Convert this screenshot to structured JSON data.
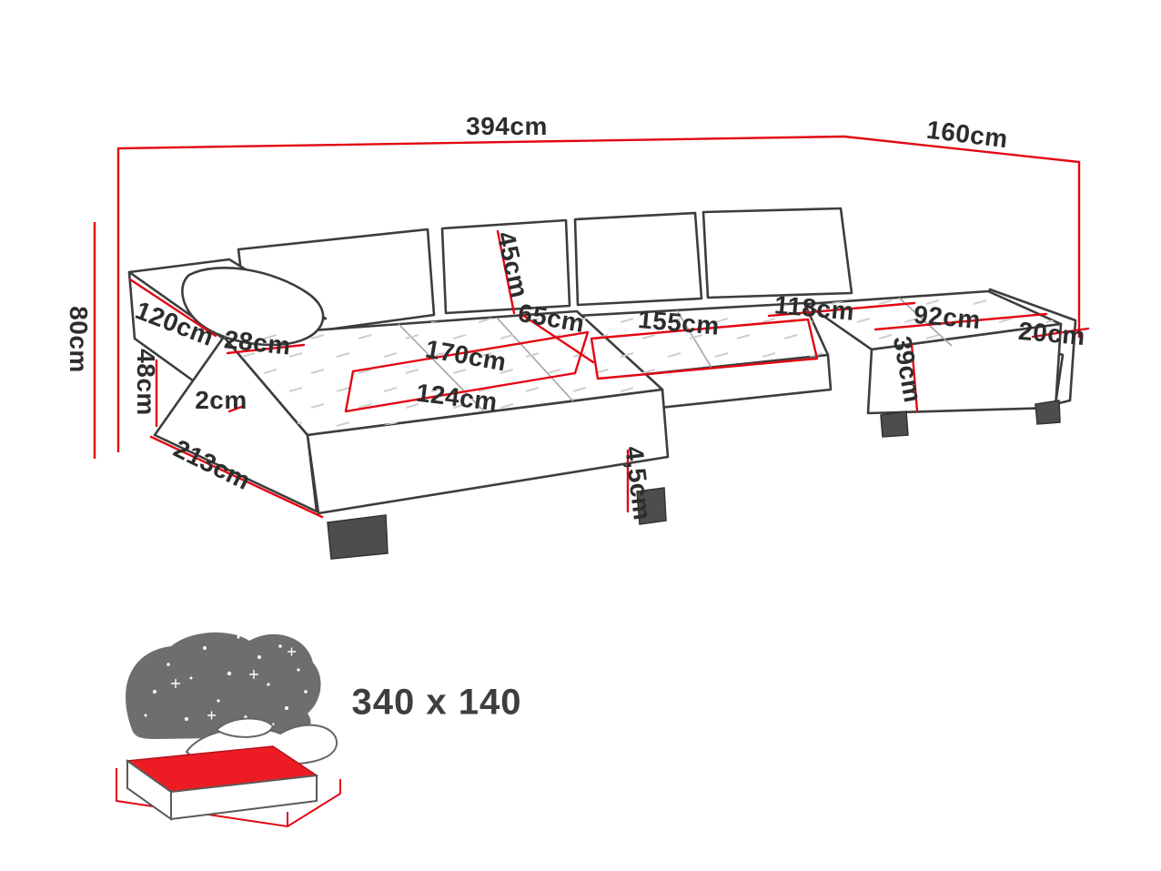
{
  "labels": [
    {
      "id": "total-width",
      "text": "394cm"
    },
    {
      "id": "total-depth",
      "text": "160cm"
    },
    {
      "id": "total-height",
      "text": "80cm"
    },
    {
      "id": "arm-side-depth",
      "text": "120cm"
    },
    {
      "id": "arm-top-width",
      "text": "28cm"
    },
    {
      "id": "seat-height",
      "text": "48cm"
    },
    {
      "id": "small-gap",
      "text": "2cm"
    },
    {
      "id": "left-chaise-length",
      "text": "213cm"
    },
    {
      "id": "backrest-height",
      "text": "45cm"
    },
    {
      "id": "seat-depth",
      "text": "65cm"
    },
    {
      "id": "left-seat-width",
      "text": "170cm"
    },
    {
      "id": "left-seat-length",
      "text": "124cm"
    },
    {
      "id": "middle-seat-width",
      "text": "155cm"
    },
    {
      "id": "right-section-width",
      "text": "118cm"
    },
    {
      "id": "right-chaise-length",
      "text": "92cm"
    },
    {
      "id": "right-arm-width",
      "text": "20cm"
    },
    {
      "id": "right-seat-height",
      "text": "39cm"
    },
    {
      "id": "leg-height",
      "text": "4,5cm"
    }
  ],
  "bed": {
    "size_label": "340 x 140"
  },
  "colors": {
    "dimension_red": "#e30613",
    "mattress_red": "#ed1c24",
    "sofa_outline": "#3d3d3d",
    "label_color": "#2d2d2d"
  }
}
